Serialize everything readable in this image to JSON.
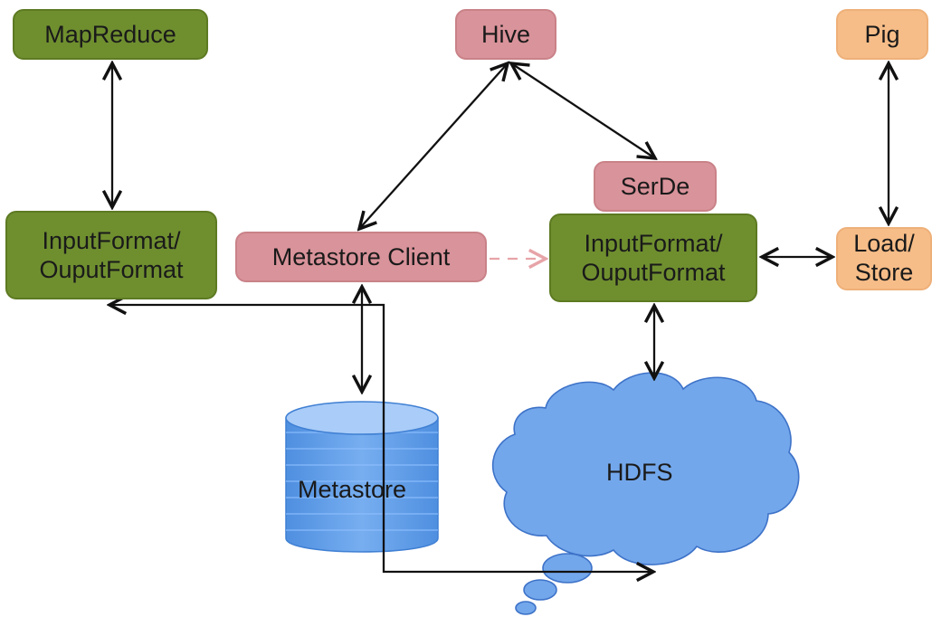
{
  "diagram": {
    "nodes": {
      "mapreduce": "MapReduce",
      "hive": "Hive",
      "pig": "Pig",
      "serde": "SerDe",
      "if_left": "InputFormat/\nOuputFormat",
      "metastore_client": "Metastore Client",
      "if_right": "InputFormat/\nOuputFormat",
      "load_store": "Load/\nStore",
      "metastore": "Metastore",
      "hdfs": "HDFS"
    }
  },
  "colors": {
    "green": "#6f8f2f",
    "pink": "#d9939a",
    "orange": "#f7bd88",
    "blue": "#73a7eb",
    "arrow": "#111111",
    "dashed_arrow": "#e7a4a8"
  }
}
